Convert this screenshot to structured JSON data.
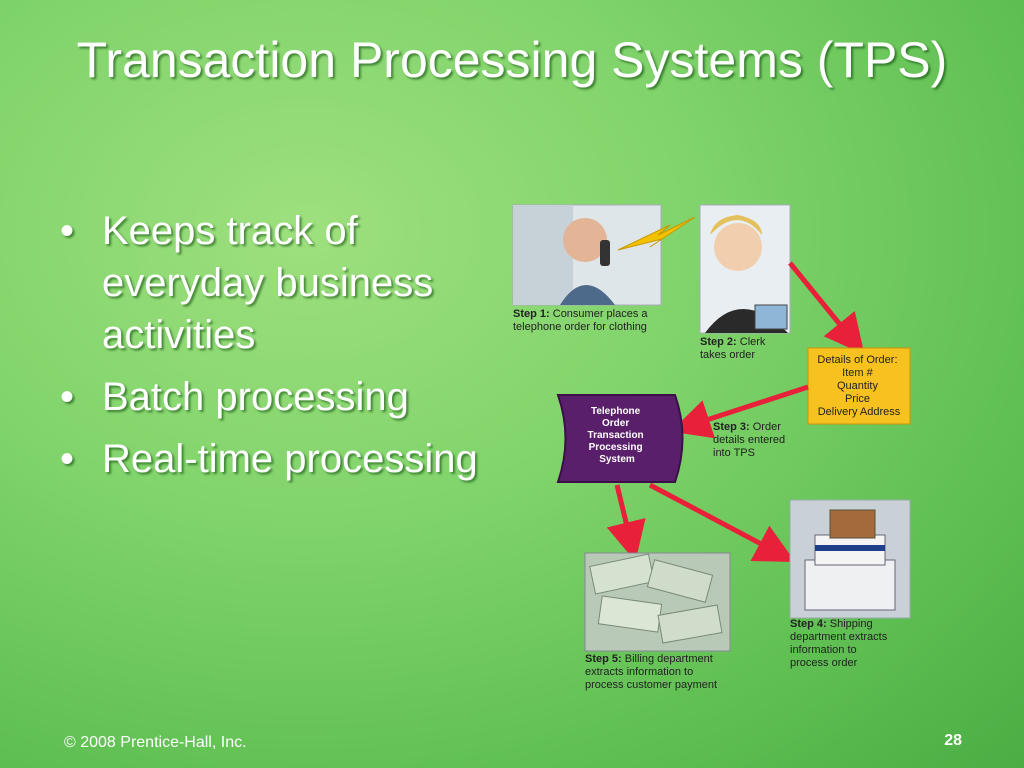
{
  "title": "Transaction Processing Systems (TPS)",
  "bullets": [
    {
      "text": "Keeps track of everyday business activities"
    },
    {
      "text": "Batch processing"
    },
    {
      "text": "Real-time processing"
    }
  ],
  "diagram": {
    "step1": {
      "label": "Step 1:",
      "line1": "Consumer places a",
      "line2": "telephone order for clothing"
    },
    "step2": {
      "label": "Step 2:",
      "line1": "Clerk",
      "line2": "takes order"
    },
    "details": {
      "line1": "Details of Order:",
      "line2": "Item #",
      "line3": "Quantity",
      "line4": "Price",
      "line5": "Delivery Address"
    },
    "tps": {
      "line1": "Telephone",
      "line2": "Order",
      "line3": "Transaction",
      "line4": "Processing",
      "line5": "System"
    },
    "step3": {
      "label": "Step 3:",
      "line1": "Order",
      "line2": "details entered",
      "line3": "into TPS"
    },
    "step4": {
      "label": "Step 4:",
      "line1": "Shipping",
      "line2": "department extracts",
      "line3": "information to",
      "line4": "process order"
    },
    "step5": {
      "label": "Step 5:",
      "line1": "Billing department",
      "line2": "extracts information to",
      "line3": "process customer payment"
    }
  },
  "footer": {
    "copyright": "© 2008 Prentice-Hall, Inc.",
    "page": "28"
  },
  "colors": {
    "background": "#7fd36a",
    "arrow": "#e8203a",
    "tps": "#5a1f6b",
    "details_box": "#f7c21f"
  }
}
